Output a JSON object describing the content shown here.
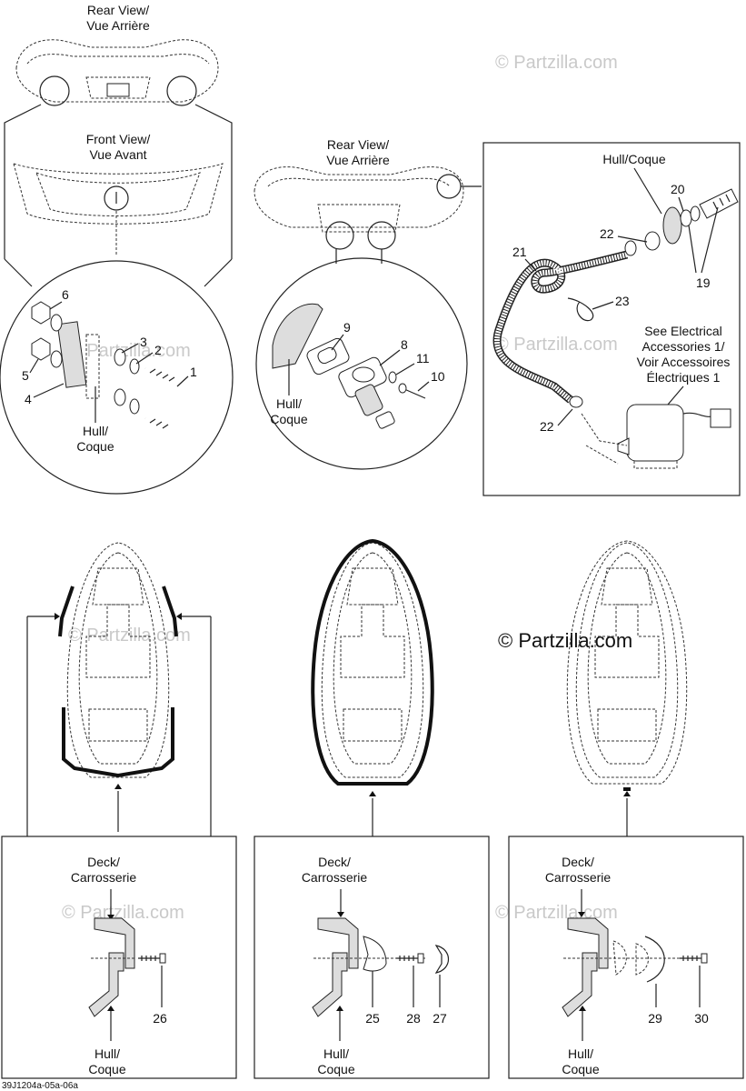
{
  "labels": {
    "rear_view_top": [
      "Rear View/",
      "Vue Arrière"
    ],
    "front_view": [
      "Front View/",
      "Vue Avant"
    ],
    "rear_view_mid": [
      "Rear View/",
      "Vue Arrière"
    ],
    "hull_coque_box": "Hull/Coque",
    "hull_coque_left": [
      "Hull/",
      "Coque"
    ],
    "hull_coque_mid": [
      "Hull/",
      "Coque"
    ],
    "see_electrical": [
      "See Electrical",
      "Accessories 1/",
      "Voir Accessoires",
      "Électriques 1"
    ],
    "deck_left": [
      "Deck/",
      "Carrosserie"
    ],
    "deck_mid": [
      "Deck/",
      "Carrosserie"
    ],
    "deck_right": [
      "Deck/",
      "Carrosserie"
    ],
    "hull_bottom_left": [
      "Hull/",
      "Coque"
    ],
    "hull_bottom_mid": [
      "Hull/",
      "Coque"
    ],
    "hull_bottom_right": [
      "Hull/",
      "Coque"
    ]
  },
  "callouts": {
    "c1": "1",
    "c2": "2",
    "c3": "3",
    "c4": "4",
    "c5": "5",
    "c6": "6",
    "c8": "8",
    "c9": "9",
    "c10": "10",
    "c11": "11",
    "c19": "19",
    "c20": "20",
    "c21": "21",
    "c22a": "22",
    "c22b": "22",
    "c23": "23",
    "c25": "25",
    "c26": "26",
    "c27": "27",
    "c28": "28",
    "c29": "29",
    "c30": "30"
  },
  "watermark": {
    "text": "© Partzilla.com",
    "featured": "© Partzilla.com"
  },
  "drawing_code": "39J1204a-05a-06a"
}
